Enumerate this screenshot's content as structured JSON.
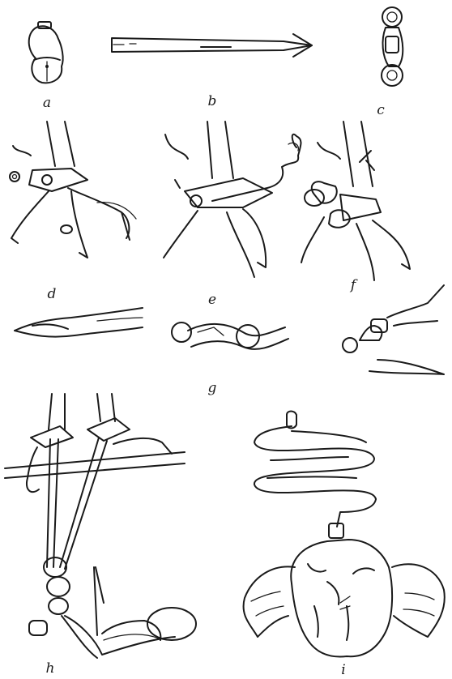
{
  "panels": {
    "a": {
      "label": "a"
    },
    "b": {
      "label": "b"
    },
    "c": {
      "label": "c"
    },
    "d": {
      "label": "d"
    },
    "e": {
      "label": "e"
    },
    "f": {
      "label": "f"
    },
    "g": {
      "label": "g"
    },
    "h": {
      "label": "h"
    },
    "i": {
      "label": "i"
    }
  },
  "colors": {
    "ink": "#1a1a1a",
    "paper": "#ffffff"
  }
}
